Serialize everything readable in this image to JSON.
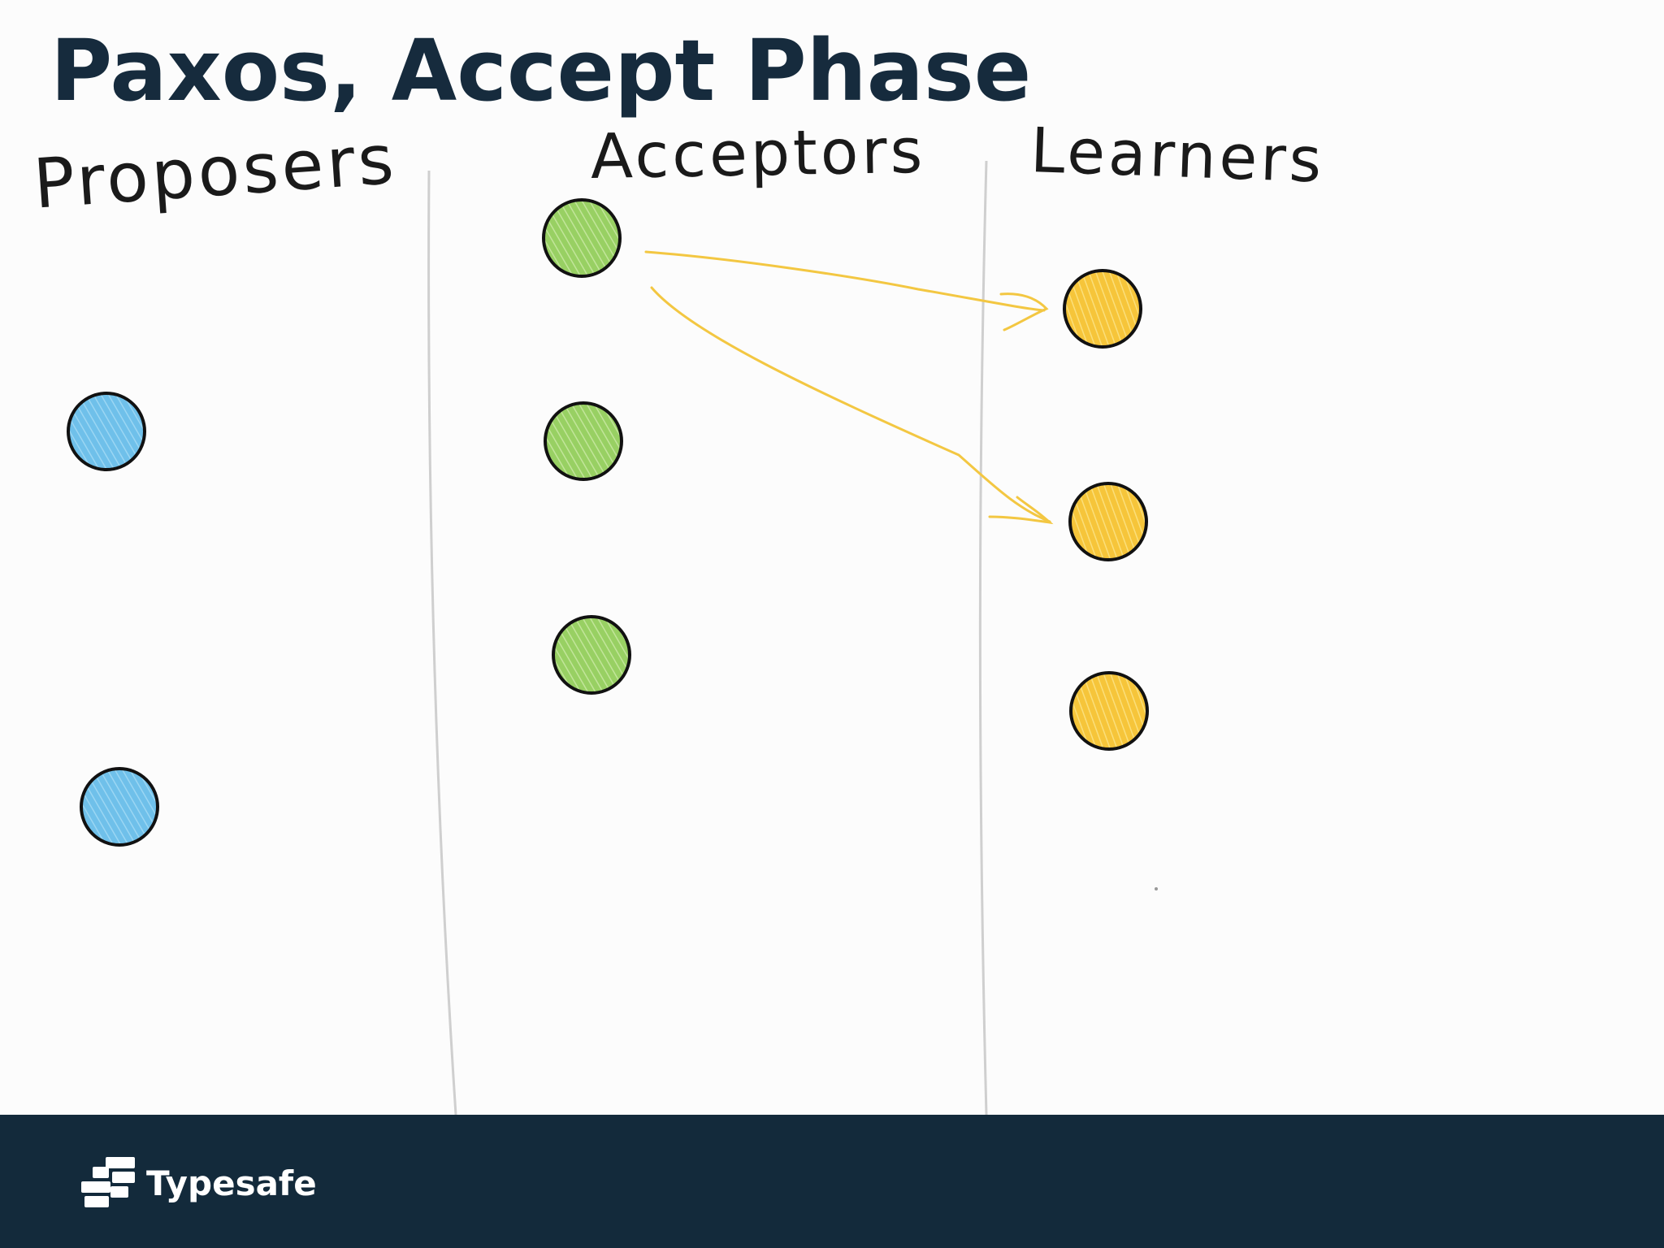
{
  "slide": {
    "title": "Paxos, Accept Phase"
  },
  "columns": [
    {
      "id": "proposers",
      "label": "Proposers",
      "node_color": "#5db6e6",
      "node_count": 2
    },
    {
      "id": "acceptors",
      "label": "Acceptors",
      "node_color": "#9fd46a",
      "node_count": 3
    },
    {
      "id": "learners",
      "label": "Learners",
      "node_color": "#f7c948",
      "node_count": 3
    }
  ],
  "arrows": [
    {
      "from": "acceptor-1",
      "to": "learner-1",
      "color": "#f3c742"
    },
    {
      "from": "acceptor-1",
      "to": "learner-2",
      "color": "#f3c742"
    }
  ],
  "footer": {
    "brand": "Typesafe",
    "logo_icon": "typesafe-logo-icon",
    "background": "#132a3b"
  }
}
